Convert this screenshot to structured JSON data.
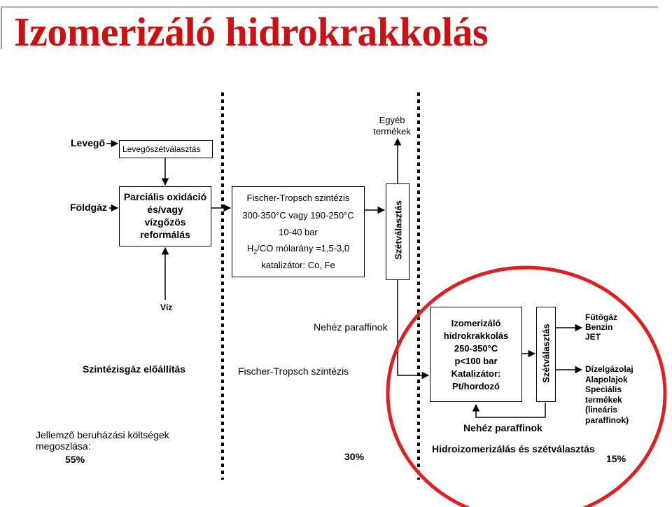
{
  "title": "Izomerizáló hidrokrakkolás",
  "top_flow": {
    "air": "Levegő",
    "air_separation": "Levegőszétválasztás",
    "other_products_line1": "Egyéb",
    "other_products_line2": "termékek",
    "natural_gas": "Földgáz",
    "reforming_lines": [
      "Parciális oxidáció",
      "és/vagy",
      "vízgőzös",
      "reformálás"
    ],
    "ft_box": {
      "title": "Fischer-Tropsch szintézis",
      "temp": "300-350°C vagy 190-250°C",
      "pressure": "10-40 bar",
      "ratio_prefix": "H",
      "ratio_sub": "2",
      "ratio_suffix": "/CO mólarány =1,5-3,0",
      "catalyst": "katalizátor: Co, Fe"
    },
    "separation_vertical": "Szétválasztás",
    "water": "Víz"
  },
  "bottom_flow": {
    "syngas_prep": "Szintézisgáz előállítás",
    "ft_synthesis": "Fischer-Tropsch szintézis",
    "heavy_paraffins_top": "Nehéz paraffinok",
    "iso_box_lines": [
      "Izomerizáló",
      "hidrokrakkolás",
      "250-350°C",
      "p<100 bar",
      "Katalizátor:",
      "Pt/hordozó"
    ],
    "separation_vertical": "Szétválasztás",
    "products": [
      "Fűtőgáz",
      "Benzin",
      "JET",
      "Dízelgázolaj",
      "Alapolajok",
      "Speciális",
      "termékek",
      "(lineáris",
      "paraffinok)"
    ],
    "heavy_paraffins_bottom": "Nehéz paraffinok",
    "hydroisomerization": "Hidroizomerizálás és szétválasztás"
  },
  "costs": {
    "label_line1": "Jellemző beruházási költségek",
    "label_line2": "megoszlása:",
    "syngas_percent": "55%",
    "ft_percent": "30%",
    "upgrade_percent": "15%"
  },
  "colors": {
    "title": "#cc1111",
    "highlight_ellipse": "#e02020",
    "lines": "#000000"
  }
}
